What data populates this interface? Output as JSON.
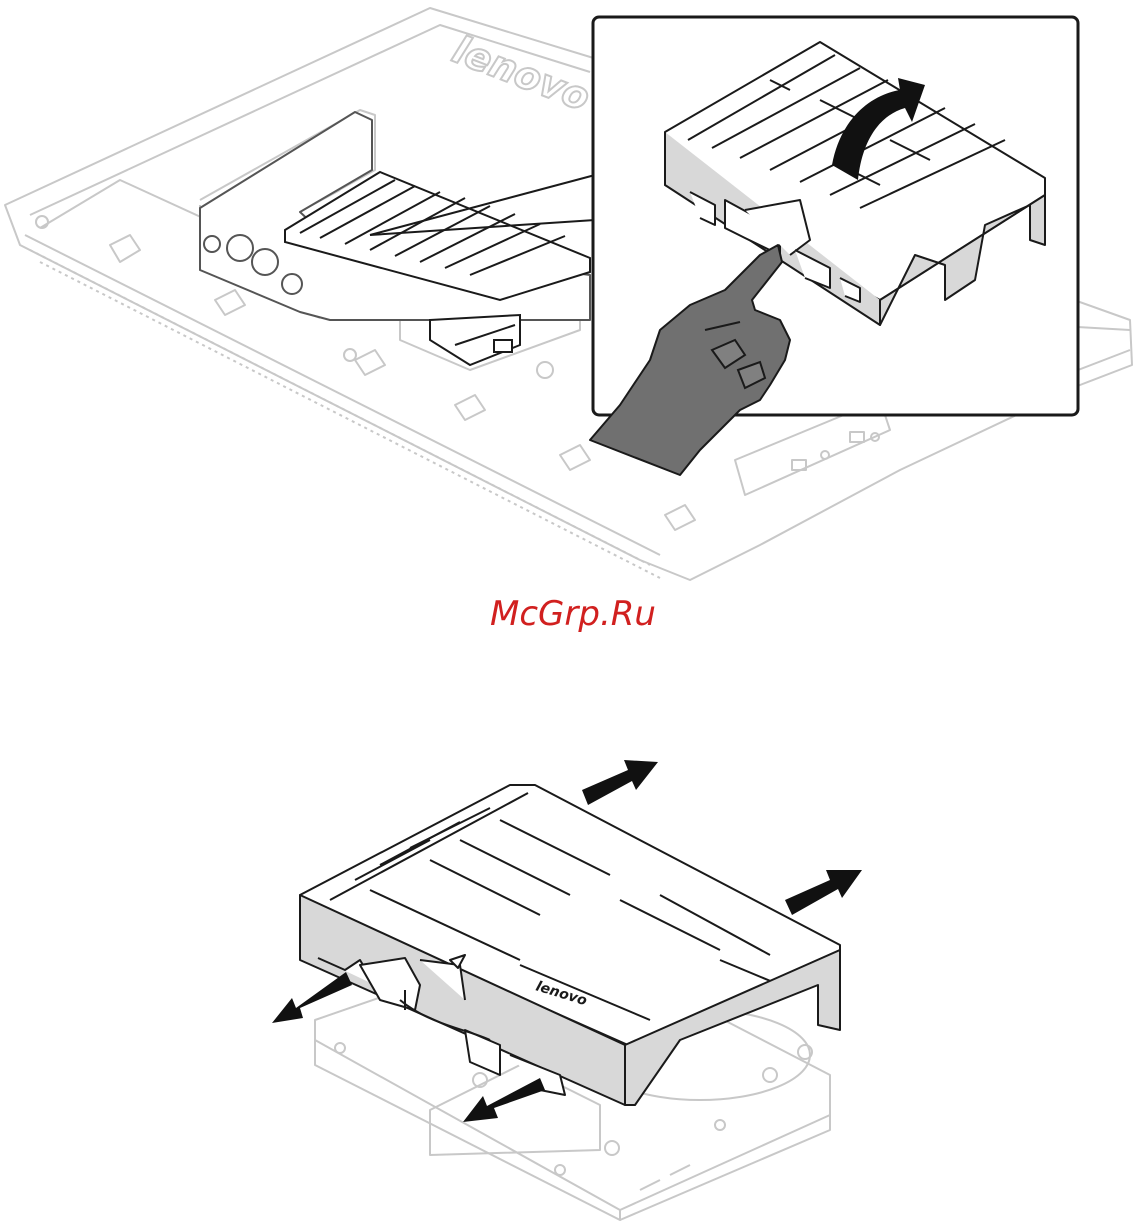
{
  "top_illustration": {
    "brand": "lenovo"
  },
  "watermark": {
    "text": "McGrp.Ru",
    "color": "#d1201f"
  },
  "bottom_illustration": {
    "bracket_brand": "lenovo"
  },
  "colors": {
    "outline_light": "#c8c8c8",
    "outline_dark": "#1a1a1a",
    "fill_gray": "#d8d8d8",
    "hand_fill": "#707070",
    "arrow_fill": "#111111"
  }
}
